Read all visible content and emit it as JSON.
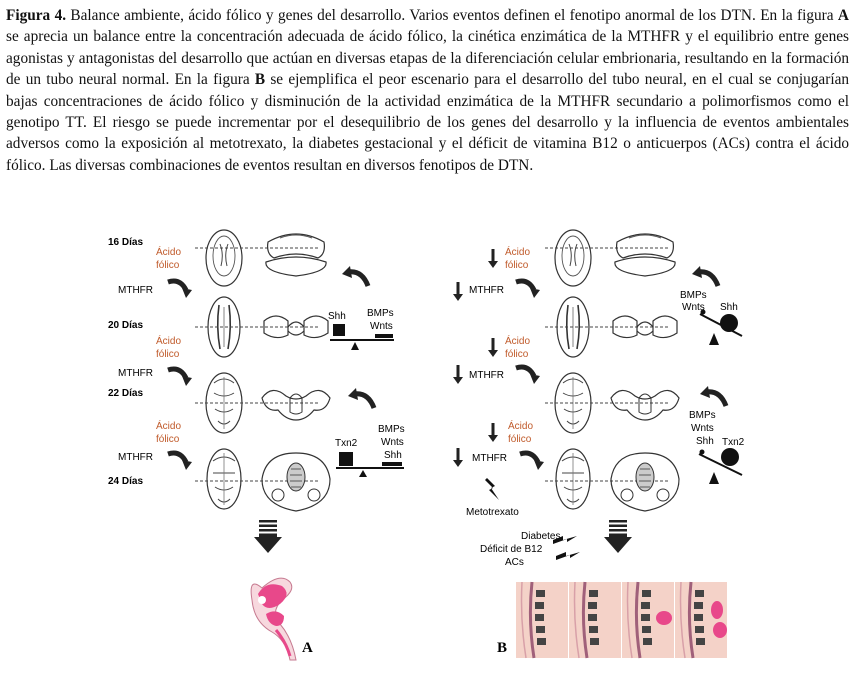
{
  "caption": {
    "label": "Figura 4.",
    "p1": " Balance ambiente, ácido fólico y genes del desarrollo. Varios eventos definen el fenotipo anormal de los DTN. En la figura ",
    "a": "A",
    "p2": " se aprecia un balance entre la concentración adecuada de ácido fólico, la cinética enzimática de la MTHFR y el equilibrio entre genes agonistas y antagonistas del desarrollo que actúan en diversas etapas de la diferenciación celular embrionaria, resultando en la formación de un tubo neural normal. En la figura ",
    "b": "B",
    "p3": " se ejemplifica el peor escenario para el desarrollo del tubo neural, en el cual se conjugarían bajas concentraciones de ácido fólico y disminución de la actividad enzimática de la MTHFR secundario a polimorfismos como el genotipo TT. El riesgo se puede incrementar por el desequilibrio de los genes del desarrollo y la influencia de eventos ambientales adversos como la exposición al metotrexato, la diabetes gestacional y el déficit de vitamina B12 o anticuerpos (ACs) contra el ácido fólico. Las diversas combinaciones de eventos resultan en diversos fenotipos de DTN."
  },
  "panel_a": {
    "days": [
      "16 Días",
      "20 Días",
      "22 Días",
      "24 Días"
    ],
    "acido_line1": "Ácido",
    "acido_line2": "fólico",
    "mthfr": "MTHFR",
    "shh": "Shh",
    "bmps": "BMPs",
    "wnts": "Wnts",
    "txn2": "Txn2",
    "label": "A"
  },
  "panel_b": {
    "acido_line1": "Ácido",
    "acido_line2": "fólico",
    "mthfr": "MTHFR",
    "bmps": "BMPs",
    "wnts": "Wnts",
    "shh": "Shh",
    "txn2": "Txn2",
    "metotrexato": "Metotrexato",
    "diabetes": "Diabetes",
    "deficit": "Déficit de B12",
    "acs": "ACs",
    "label": "B"
  },
  "colors": {
    "acido": "#c05a2a",
    "embryo_pink": "#e8488a",
    "tissue_pink": "#f3c9c0"
  }
}
